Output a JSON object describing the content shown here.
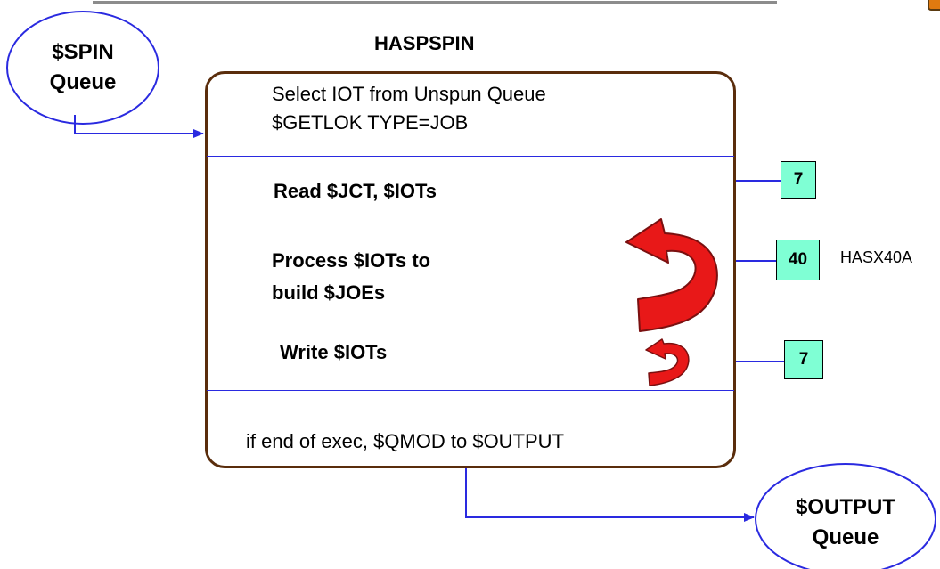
{
  "title": "HASPSPIN",
  "spin_queue": {
    "line1": "$SPIN",
    "line2": "Queue"
  },
  "output_queue": {
    "line1": "$OUTPUT",
    "line2": "Queue"
  },
  "steps": {
    "select_line1": "Select IOT from Unspun Queue",
    "select_line2": "$GETLOK TYPE=JOB",
    "read": "Read $JCT, $IOTs",
    "process_line1": "Process $IOTs to",
    "process_line2": "build $JOEs",
    "write": "Write $IOTs",
    "end": "if end of exec, $QMOD to $OUTPUT"
  },
  "badges": {
    "read": "7",
    "process": "40",
    "write": "7",
    "process_exit_name": "HASX40A"
  },
  "colors": {
    "box_border": "#5a2d0c",
    "connector": "#2a2ae0",
    "badge_fill": "#7fffd4",
    "arrow_fill": "#e81818"
  },
  "icons": [
    "curved-return-arrow-icon",
    "small-curved-return-arrow-icon"
  ]
}
